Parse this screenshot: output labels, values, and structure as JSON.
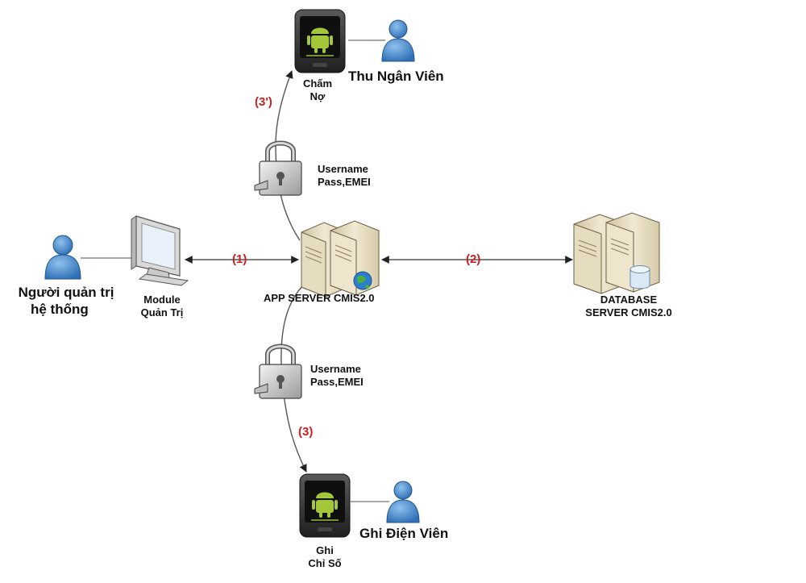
{
  "diagram": {
    "nodes": {
      "app_server": "APP SERVER CMIS2.0",
      "database_server_line1": "DATABASE",
      "database_server_line2": "SERVER CMIS2.0",
      "admin_module_line1": "Module",
      "admin_module_line2": "Quản Trị",
      "admin_user_line1": "Người quản trị",
      "admin_user_line2": "hệ thống",
      "top_device_line1": "Chấm",
      "top_device_line2": "Nợ",
      "top_user": "Thu Ngân Viên",
      "bottom_device_line1": "Ghi",
      "bottom_device_line2": "Chỉ Số",
      "bottom_user": "Ghi Điện Viên"
    },
    "auth_top_line1": "Username",
    "auth_top_line2": "Pass,EMEI",
    "auth_bottom_line1": "Username",
    "auth_bottom_line2": "Pass,EMEI",
    "edges": {
      "admin_to_server": "(1)",
      "server_to_database": "(2)",
      "server_to_bottom_device": "(3)",
      "server_to_top_device": "(3')"
    },
    "colors": {
      "edge_label": "#cc1f1f",
      "person_blue": "#3d86cf",
      "line_gray": "#8a8a8a",
      "server_beige": "#e7dcc0",
      "android_green": "#a4c639"
    }
  }
}
